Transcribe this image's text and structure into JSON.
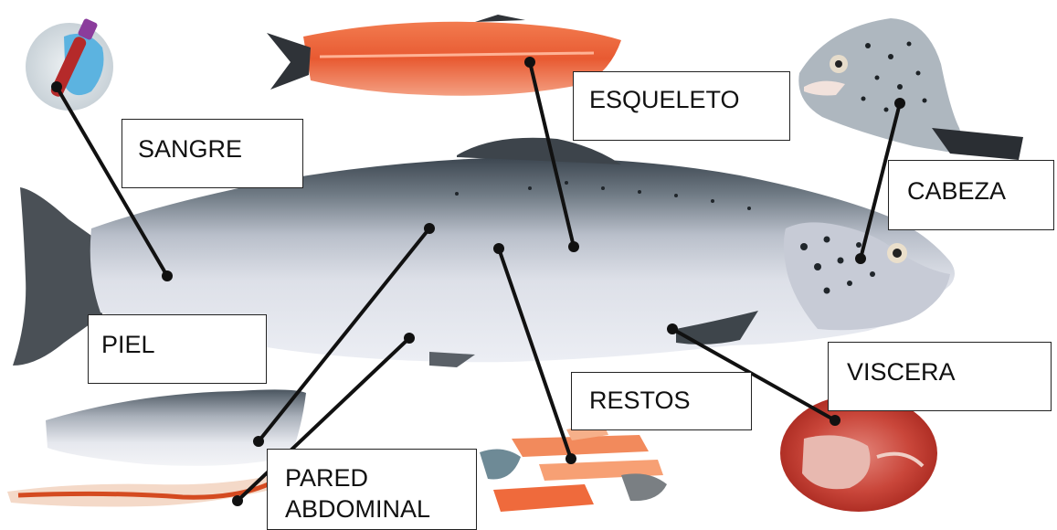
{
  "labels": {
    "sangre": "SANGRE",
    "esqueleto": "ESQUELETO",
    "cabeza": "CABEZA",
    "piel": "PIEL",
    "viscera": "VISCERA",
    "restos": "RESTOS",
    "pared_line1": "PARED",
    "pared_line2": "ABDOMINAL"
  },
  "colors": {
    "leader_line": "#111111",
    "salmon_flesh": "#f0673f",
    "fish_back": "#4a5560",
    "fish_belly": "#e7e9ef"
  }
}
